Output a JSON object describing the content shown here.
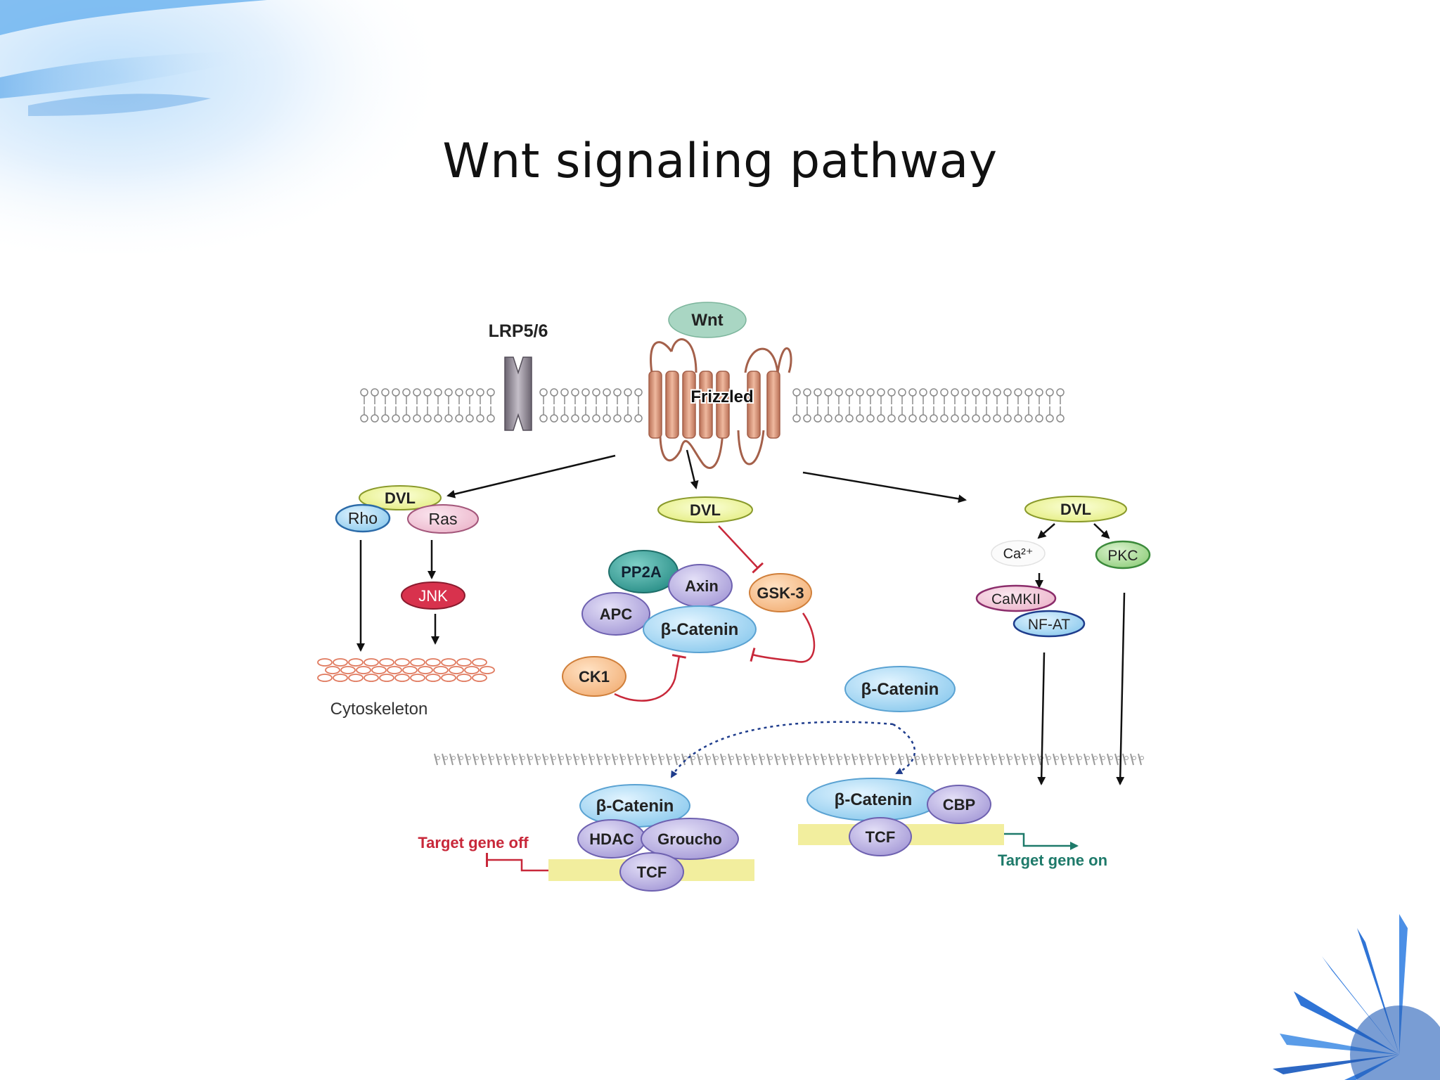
{
  "slide": {
    "title": "Wnt signaling pathway"
  },
  "diagram": {
    "ligand": "Wnt",
    "coreceptor": "LRP5/6",
    "receptor": "Frizzled",
    "left_branch": {
      "dvl": "DVL",
      "rho": "Rho",
      "ras": "Ras",
      "jnk": "JNK",
      "cytoskeleton": "Cytoskeleton"
    },
    "center_branch": {
      "dvl": "DVL",
      "pp2a": "PP2A",
      "axin": "Axin",
      "apc": "APC",
      "beta_catenin": "β-Catenin",
      "gsk3": "GSK-3",
      "ck1": "CK1",
      "free_beta_catenin": "β-Catenin"
    },
    "right_branch": {
      "dvl": "DVL",
      "ca": "Ca²⁺",
      "pkc": "PKC",
      "camkii": "CaMKII",
      "nfat": "NF-AT"
    },
    "nucleus_off": {
      "beta_catenin": "β-Catenin",
      "hdac": "HDAC",
      "groucho": "Groucho",
      "tcf": "TCF",
      "label": "Target gene off"
    },
    "nucleus_on": {
      "beta_catenin": "β-Catenin",
      "cbp": "CBP",
      "tcf": "TCF",
      "label": "Target gene on"
    }
  },
  "colors": {
    "arrow": "#111111",
    "inhibit": "#c8283a",
    "gene_on": "#1e7a6a",
    "dna": "#f0ec9a",
    "protein_lavender": "#b3a9dc",
    "protein_blue": "#9fd2ee",
    "frizzled": "#d99a80"
  }
}
